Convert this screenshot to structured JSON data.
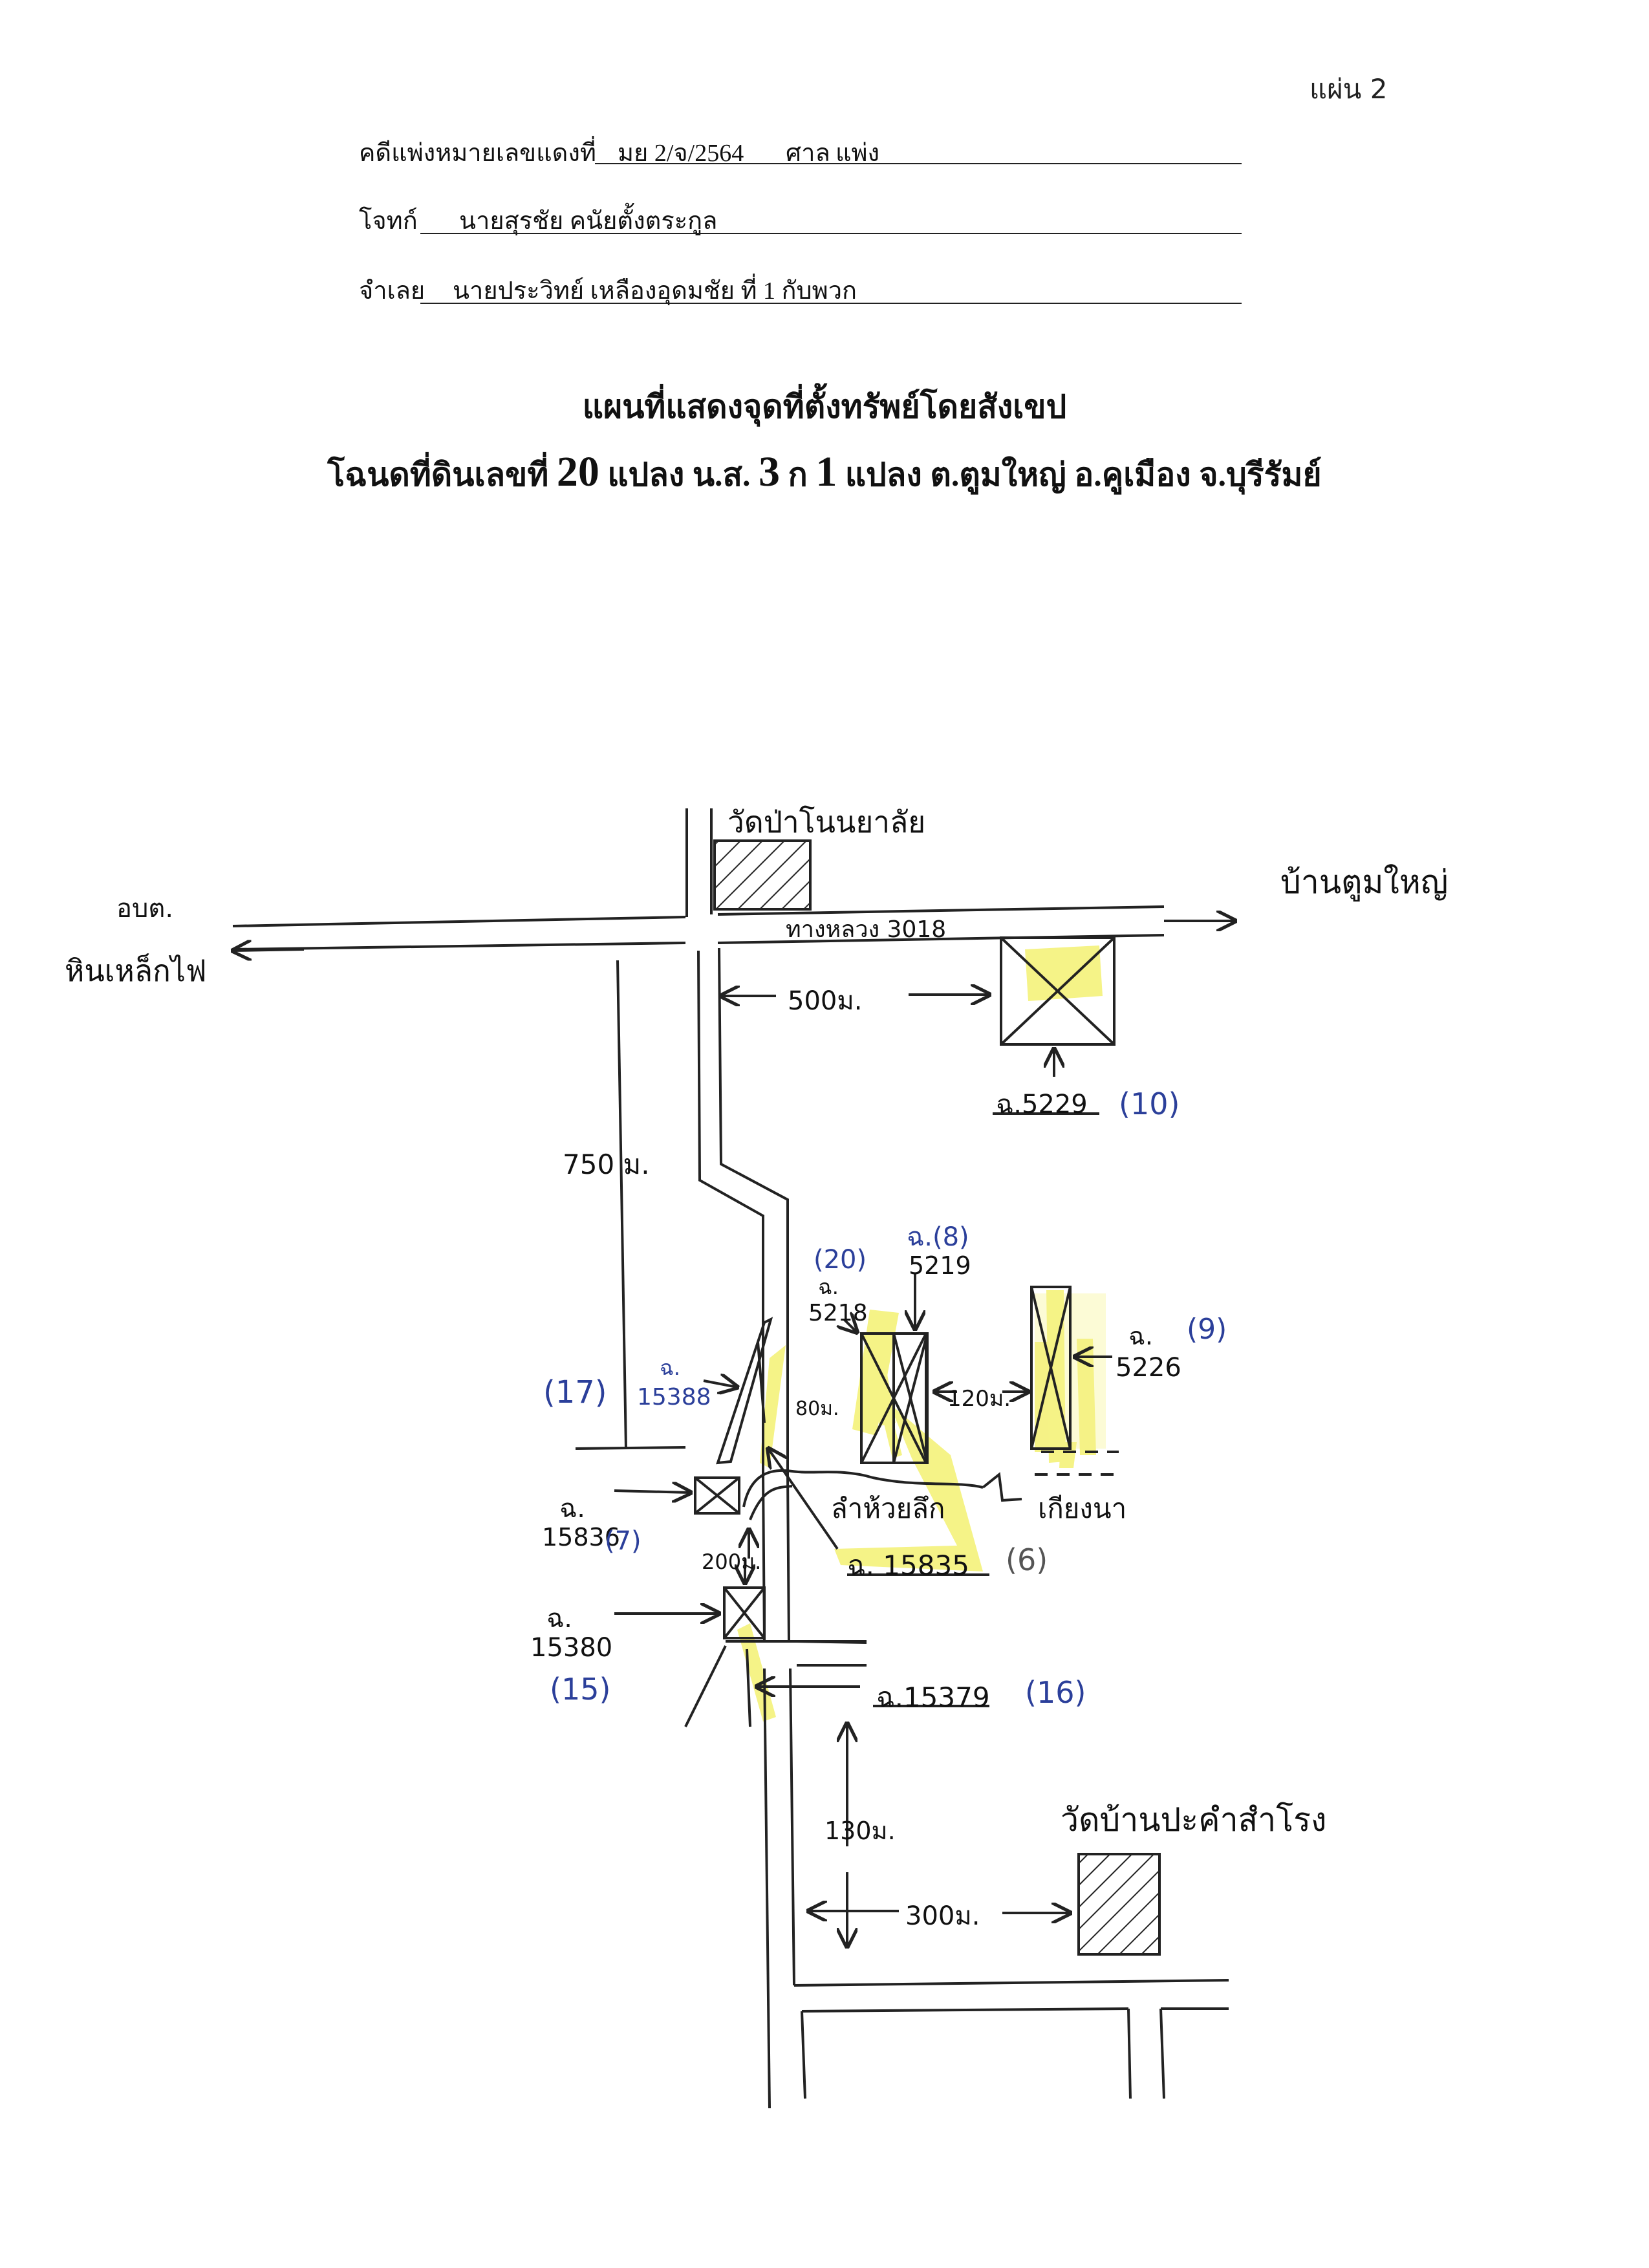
{
  "sheet_no": "แผ่น 2",
  "header": {
    "case_label": "คดีแพ่งหมายเลขแดงที่",
    "case_value": "มย 2/จ/2564",
    "court_label": "ศาล",
    "court_value": "แพ่ง",
    "plaintiff_label": "โจทก์",
    "plaintiff_value": "นายสุรชัย คนัยตั้งตระกูล",
    "defendant_label": "จำเลย",
    "defendant_value": "นายประวิทย์ เหลืองอุดมชัย ที่ 1 กับพวก"
  },
  "title": {
    "line1": "แผนที่แสดงจุดที่ตั้งทรัพย์โดยสังเขป",
    "line2_a": "โฉนดที่ดินเลขที่",
    "line2_num1": "20",
    "line2_b": "แปลง น.ส.",
    "line2_num2": "3",
    "line2_c": "ก",
    "line2_num3": "1",
    "line2_d": "แปลง ต.ตูมใหญ่ อ.คูเมือง จ.บุรีรัมย์"
  },
  "map": {
    "temple_top": "วัดป่าโนนยาลัย",
    "left_dest_1": "อบต.",
    "left_dest_2": "หินเหล็กไฟ",
    "right_dest": "บ้านตูมใหญ่",
    "highway": "ทางหลวง 3018",
    "dist_500": "500ม.",
    "dist_750": "750 ม.",
    "dist_80": "80ม.",
    "dist_120": "120ม.",
    "dist_200": "200ม.",
    "dist_130": "130ม.",
    "dist_300": "300ม.",
    "deed_5229": "ฉ.5229",
    "num_10": "(10)",
    "deed_8_label": "ฉ.(8)",
    "deed_5219": "5219",
    "num_20": "(20)",
    "deed_5218_label": "ฉ.",
    "deed_5218": "5218",
    "deed_9_label": "ฉ.",
    "num_9": "(9)",
    "deed_5226": "5226",
    "num_17": "(17)",
    "deed_15388_label": "ฉ.",
    "deed_15388": "15388",
    "deed_15836_label": "ฉ.",
    "deed_15836": "15836",
    "num_7": "(7)",
    "deed_15835": "ฉ. 15835",
    "num_6": "(6)",
    "stream": "ลำห้วยลึก",
    "place_right": "เกียงนา",
    "deed_15380_label": "ฉ.",
    "deed_15380": "15380",
    "num_15": "(15)",
    "deed_15379": "ฉ.15379",
    "num_16": "(16)",
    "temple_bottom": "วัดบ้านปะคำสำโรง"
  },
  "colors": {
    "highlight": "#f4f27a",
    "ink": "#222222",
    "blue_ink": "#2b3f9a"
  }
}
